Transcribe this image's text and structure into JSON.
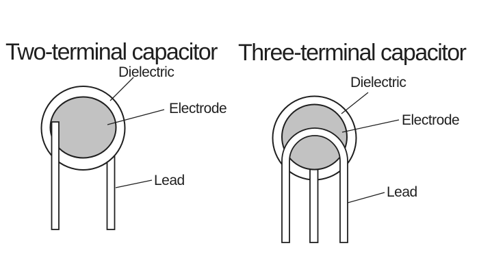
{
  "colors": {
    "background": "#ffffff",
    "line": "#1f1f1f",
    "electrode_fill": "#c2c2c2",
    "lead_fill": "#ffffff",
    "dielectric_fill": "#ffffff",
    "text": "#1f1f1f"
  },
  "diagrams": {
    "two_terminal": {
      "title": "Two-terminal capacitor",
      "labels": {
        "dielectric": "Dielectric",
        "electrode": "Electrode",
        "lead": "Lead"
      }
    },
    "three_terminal": {
      "title": "Three-terminal capacitor",
      "labels": {
        "dielectric": "Dielectric",
        "electrode": "Electrode",
        "lead": "Lead"
      }
    }
  }
}
